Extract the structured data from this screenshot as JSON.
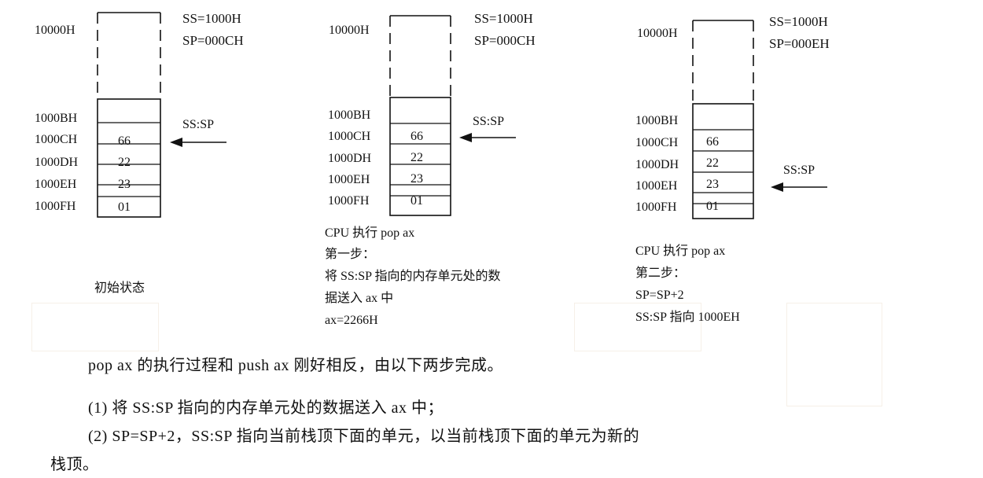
{
  "stack_diagrams": [
    {
      "top_address": "10000H",
      "registers": [
        "SS=1000H",
        "SP=000CH"
      ],
      "addresses": [
        "1000BH",
        "1000CH",
        "1000DH",
        "1000EH",
        "1000FH"
      ],
      "cells": [
        "",
        "66",
        "22",
        "23",
        "01"
      ],
      "pointer_label": "SS:SP",
      "pointer_row": 1,
      "caption_lines": [
        "初始状态"
      ]
    },
    {
      "top_address": "10000H",
      "registers": [
        "SS=1000H",
        "SP=000CH"
      ],
      "addresses": [
        "1000BH",
        "1000CH",
        "1000DH",
        "1000EH",
        "1000FH"
      ],
      "cells": [
        "",
        "66",
        "22",
        "23",
        "01"
      ],
      "pointer_label": "SS:SP",
      "pointer_row": 1,
      "caption_lines": [
        "CPU 执行  pop ax",
        "第一步：",
        "将 SS:SP 指向的内存单元处的数",
        "据送入 ax 中",
        "ax=2266H"
      ]
    },
    {
      "top_address": "10000H",
      "registers": [
        "SS=1000H",
        "SP=000EH"
      ],
      "addresses": [
        "1000BH",
        "1000CH",
        "1000DH",
        "1000EH",
        "1000FH"
      ],
      "cells": [
        "",
        "66",
        "22",
        "23",
        "01"
      ],
      "pointer_label": "SS:SP",
      "pointer_row": 3,
      "caption_lines": [
        "CPU 执行  pop ax",
        "第二步：",
        "SP=SP+2",
        "SS:SP 指向 1000EH"
      ]
    }
  ],
  "paragraphs": {
    "intro": "pop ax 的执行过程和 push ax  刚好相反，由以下两步完成。",
    "step1": "(1)  将 SS:SP 指向的内存单元处的数据送入 ax 中；",
    "step2_line1": "(2)  SP=SP+2，SS:SP  指向当前栈顶下面的单元，以当前栈顶下面的单元为新的",
    "step2_line2": "栈顶。"
  }
}
